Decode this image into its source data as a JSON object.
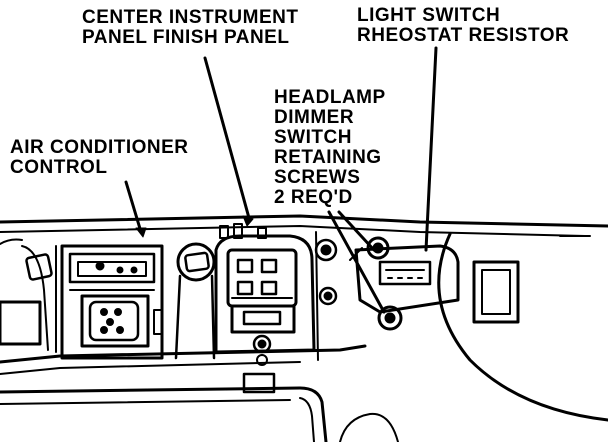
{
  "labels": {
    "center_panel": [
      "CENTER INSTRUMENT",
      "PANEL FINISH PANEL"
    ],
    "light_switch": [
      "LIGHT SWITCH",
      "RHEOSTAT RESISTOR"
    ],
    "dimmer_screws": [
      "HEADLAMP",
      "DIMMER",
      "SWITCH",
      "RETAINING",
      "SCREWS",
      "2 REQ'D"
    ],
    "ac_control": [
      "AIR CONDITIONER",
      "CONTROL"
    ]
  },
  "colors": {
    "ink": "#000000",
    "paper": "#ffffff"
  }
}
